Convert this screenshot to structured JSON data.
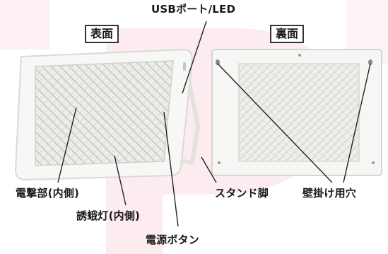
{
  "labels": {
    "usb_port_led": "USBポート/LED",
    "front": "表面",
    "back": "裏面",
    "shock_part": "電撃部(内側)",
    "lure_light": "誘蛾灯(内側)",
    "power_button": "電源ボタン",
    "stand_leg": "スタンド脚",
    "wall_hole": "壁掛け用穴"
  },
  "colors": {
    "background_shape": "#f6d7df",
    "device_body": "#f7f7f5",
    "device_edge": "#d9d9d6",
    "grille": "#c9c9c6",
    "leader_line": "#222222"
  }
}
